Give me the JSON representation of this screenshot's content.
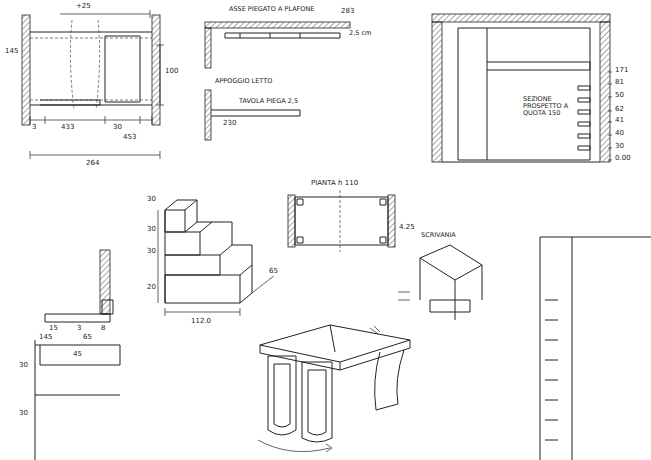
{
  "diagram": {
    "labels": [
      "145",
      "+25",
      "100",
      "3",
      "433",
      "30",
      "453",
      "264",
      "ASSE PIEGATO A PLAFONE",
      "283",
      "2,5 cm",
      "APPOGGIO LETTO",
      "TAVOLA PIEGA 2,5",
      "230",
      "SEZIONE PROSPETTO A QUOTA 150",
      "171",
      "81",
      "50",
      "62",
      "41",
      "40",
      "30",
      "0.00",
      "PIANTA h 110",
      "30",
      "30",
      "30",
      "20",
      "112.0",
      "65",
      "4.25",
      "SCRIVANIA",
      "15",
      "3",
      "8",
      "145",
      "65",
      "45",
      "30",
      "30"
    ]
  }
}
